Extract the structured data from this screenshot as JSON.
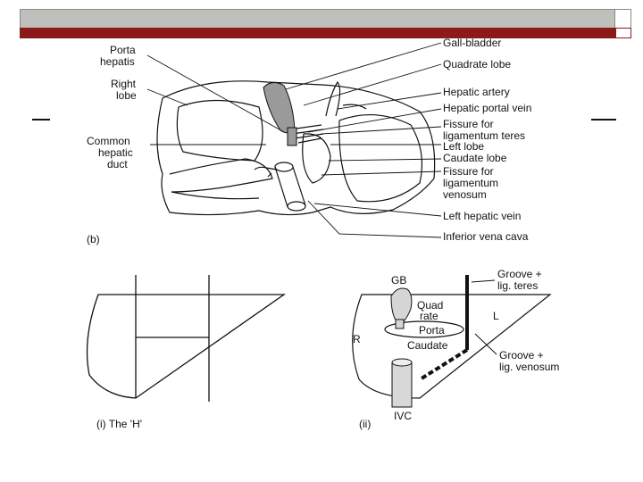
{
  "slide": {
    "bar_color": "#bfbfbb",
    "accent_color": "#8b1a1a"
  },
  "figure_b": {
    "label": "(b)",
    "left_labels": [
      "Porta",
      "hepatis",
      "Right",
      "lobe",
      "Common",
      "hepatic",
      "duct"
    ],
    "right_labels": [
      "Gall-bladder",
      "Quadrate lobe",
      "Hepatic artery",
      "Hepatic portal vein",
      "Fissure for",
      "ligamentum teres",
      "Left lobe",
      "Caudate lobe",
      "Fissure for",
      "ligamentum",
      "venosum",
      "Left hepatic vein",
      "Inferior vena cava"
    ]
  },
  "figure_i": {
    "caption": "(i)  The 'H'"
  },
  "figure_ii": {
    "caption": "(ii)",
    "labels": {
      "gb": "GB",
      "quad": "Quad",
      "rate": "rate",
      "porta": "Porta",
      "caudate": "Caudate",
      "r": "R",
      "l": "L",
      "ivc": "IVC",
      "groove_teres_1": "Groove +",
      "groove_teres_2": "lig. teres",
      "groove_venosum_1": "Groove +",
      "groove_venosum_2": "lig. venosum"
    }
  }
}
